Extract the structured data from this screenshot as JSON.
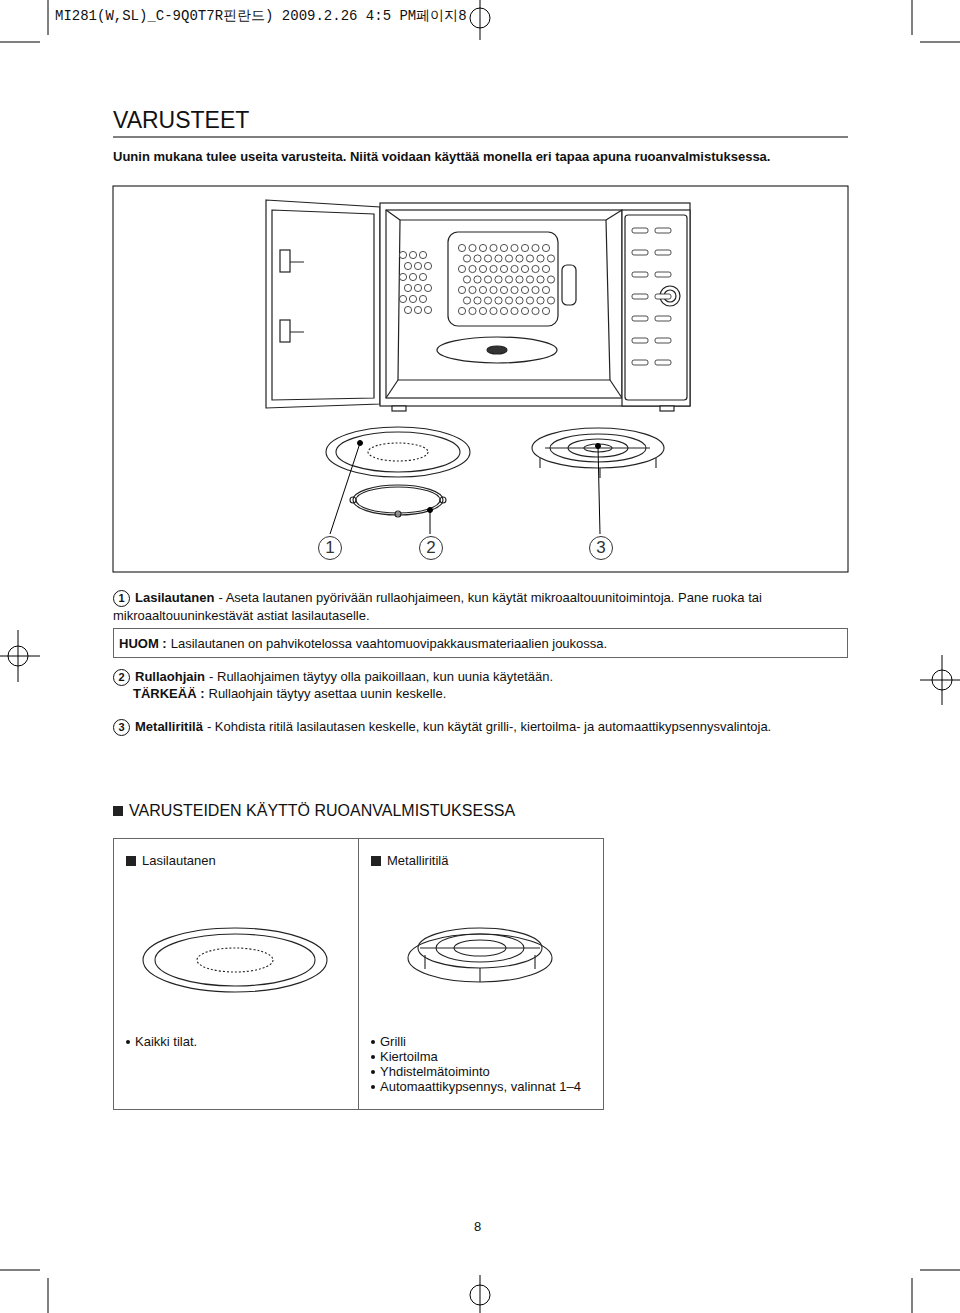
{
  "diagram": {
    "title": "VARUSTEET",
    "nodes": [
      {
        "text": [
          "HUOM :",
          "Lasilautanen on pahvikotelossa vaahtomuovipakkausmateriaalien joukossa."
        ]
      },
      {
        "text": [
          "Lasilautanen",
          "Kaikki tilat."
        ]
      },
      {
        "text": [
          "Metalliritilä",
          "Grilli",
          "Kiertoilma",
          "Yhdistelmätoiminto",
          "Automaattikypsennys, valinnat 1–4"
        ]
      }
    ],
    "labels": [
      "MI281(W,SL)_C-9Q0T7R핀란드) 2009.2.26 4:5 PM페이지8",
      "Uunin mukana tulee useita varusteita. Niitä voidaan käyttää monella eri tapaa apuna ruoanvalmistuksessa.",
      "1",
      "2",
      "3",
      "1",
      "Lasilautanen",
      "- Aseta lautanen pyörivään rullaohjaimeen, kun käytät mikroaaltouunitoimintoja. Pane ruoka tai mikroaaltouuninkestävät astiat lasilautaselle.",
      "2",
      "Rullaohjain",
      "- Rullaohjaimen täytyy olla paikoillaan, kun uunia käytetään.",
      "TÄRKEÄÄ :",
      "Rullaohjain täytyy asettaa uunin keskelle.",
      "3",
      "Metalliritilä",
      "- Kohdista ritilä lasilautasen keskelle, kun käytät grilli-, kiertoilma- ja automaattikypsennysvalintoja.",
      "VARUSTEIDEN KÄYTTÖ RUOANVALMISTUKSESSA",
      "8"
    ]
  }
}
